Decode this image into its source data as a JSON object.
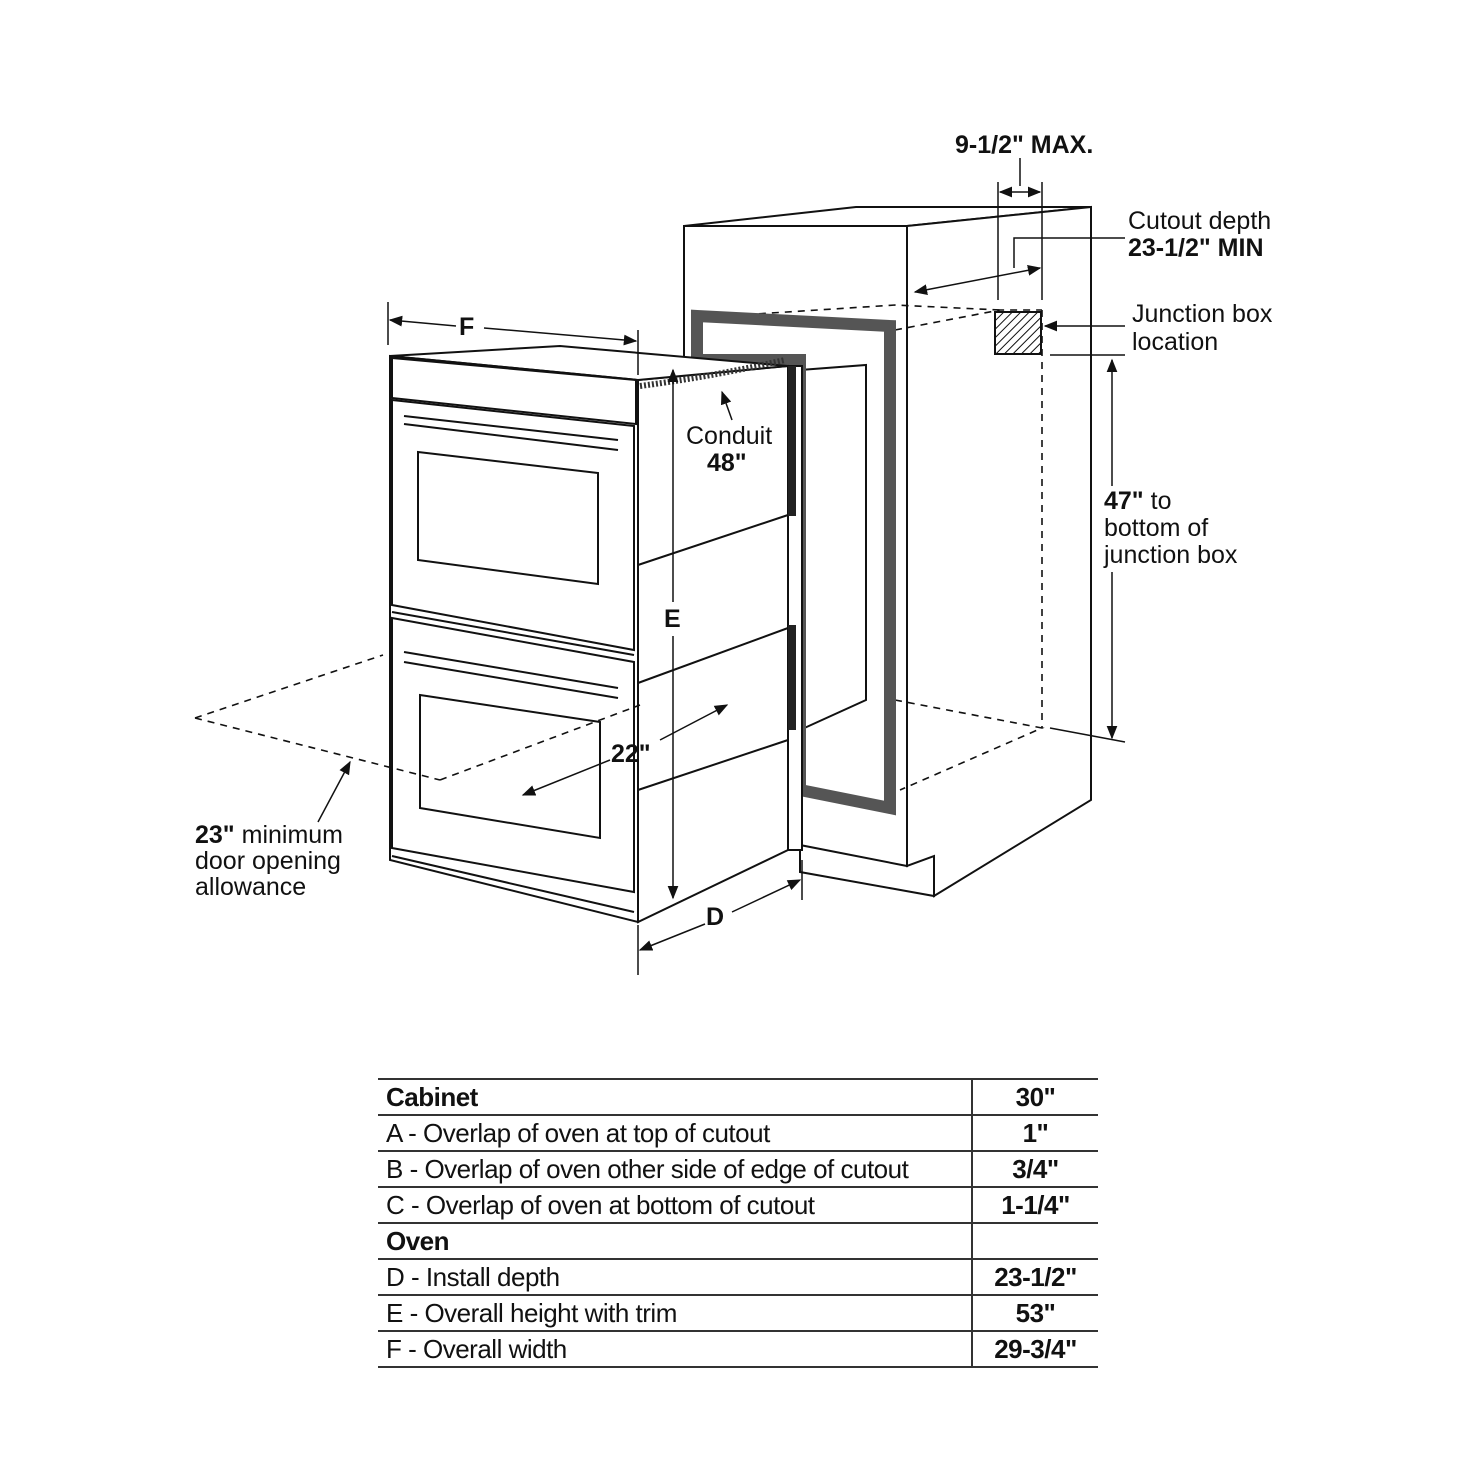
{
  "diagram": {
    "labels": {
      "max_dim": "9-1/2\" MAX.",
      "cutout_depth_line1": "Cutout depth",
      "cutout_depth_line2": "23-1/2\" MIN",
      "junction_line1": "Junction box",
      "junction_line2": "location",
      "conduit_line1": "Conduit",
      "conduit_line2": "48\"",
      "height47_bold": "47\"",
      "height47_rest": " to",
      "height47_line2": "bottom of",
      "height47_line3": "junction box",
      "f": "F",
      "e": "E",
      "d": "D",
      "door_depth": "22\"",
      "door_allow_bold": "23\"",
      "door_allow_rest": " minimum",
      "door_allow_line2": "door opening",
      "door_allow_line3": "allowance"
    }
  },
  "table": {
    "rows": [
      {
        "label": "Cabinet",
        "value": "30\"",
        "header": true
      },
      {
        "label": "A - Overlap of oven at top of cutout",
        "value": "1\"",
        "header": false
      },
      {
        "label": "B - Overlap of oven other side of edge of cutout",
        "value": "3/4\"",
        "header": false
      },
      {
        "label": "C - Overlap of oven at bottom of cutout",
        "value": "1-1/4\"",
        "header": false
      },
      {
        "label": "Oven",
        "value": "",
        "header": true
      },
      {
        "label": "D - Install depth",
        "value": "23-1/2\"",
        "header": false
      },
      {
        "label": "E - Overall height with trim",
        "value": "53\"",
        "header": false
      },
      {
        "label": "F - Overall width",
        "value": "29-3/4\"",
        "header": false
      }
    ]
  }
}
